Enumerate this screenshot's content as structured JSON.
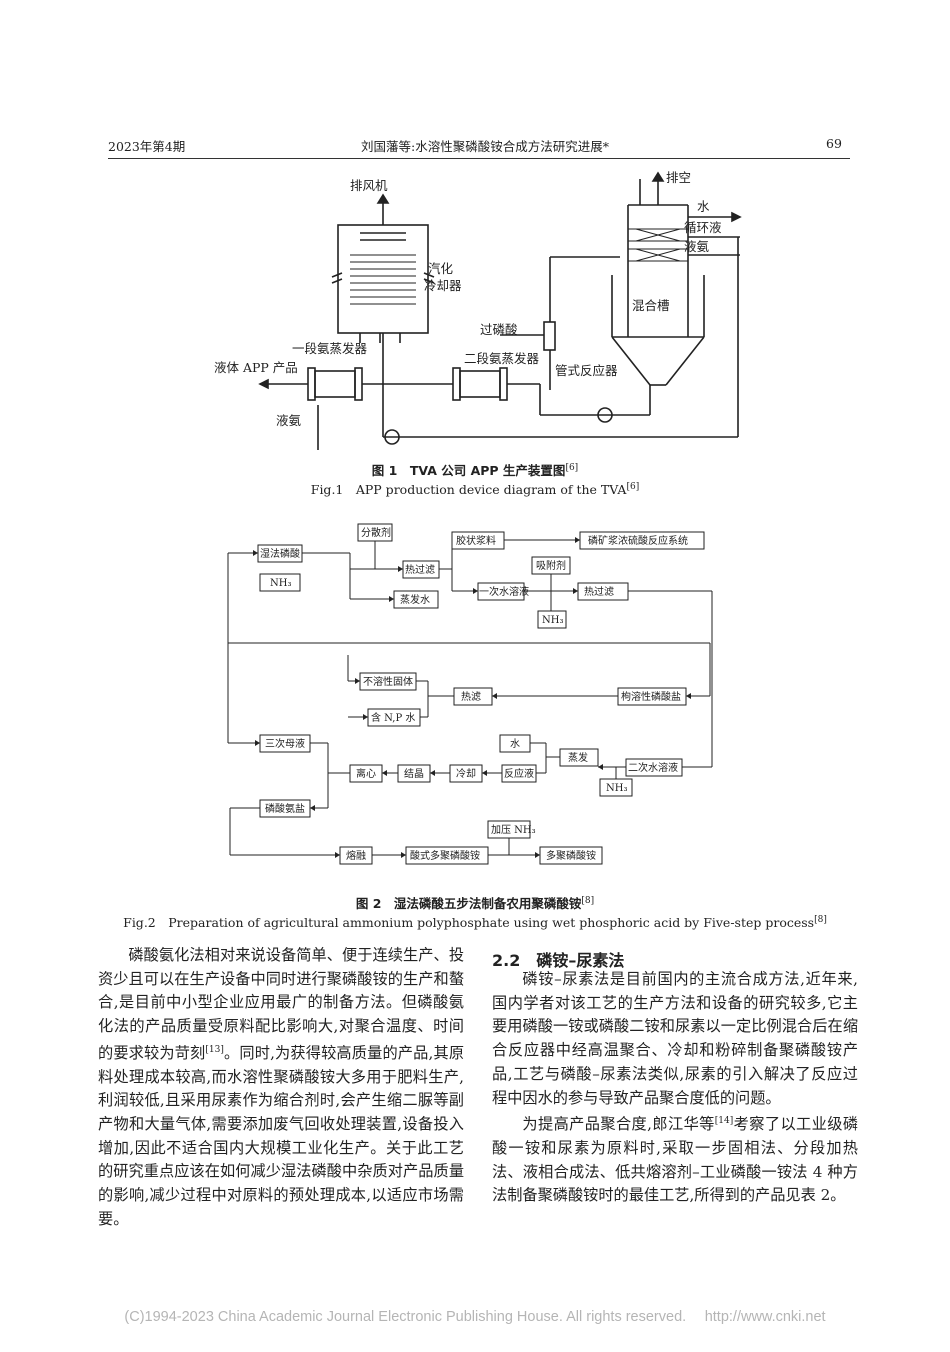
{
  "header": {
    "left": "2023年第4期",
    "center": "刘国藩等:水溶性聚磷酸铵合成方法研究进展*",
    "right": "69"
  },
  "fig1": {
    "labels": {
      "fan": "排风机",
      "exhaust": "排空",
      "water": "水",
      "recycle": "循环液",
      "liquid_ammonia_top": "液氨",
      "cooler_1": "汽化",
      "cooler_2": "冷却器",
      "mixing_tank": "混合槽",
      "superphosphoric": "过磷酸",
      "evap1": "一段氨蒸发器",
      "evap2": "二段氨蒸发器",
      "reactor": "管式反应器",
      "liquid_app": "液体 APP 产品",
      "liquid_ammonia_bottom": "液氨"
    },
    "caption_cn": "图 1　TVA 公司 APP 生产装置图",
    "caption_cn_ref": "[6]",
    "caption_en": "Fig.1　APP production device diagram of the TVA",
    "caption_en_ref": "[6]"
  },
  "fig2": {
    "boxes": {
      "dispersant": "分散剂",
      "wet_acid": "湿法磷酸",
      "nh3_1": "NH₃",
      "hot_filter_1": "热过滤",
      "evap_water": "蒸发水",
      "slurry": "胶状浆料",
      "phosphate_system": "磷矿浆浓硫酸反应系统",
      "adsorbent": "吸附剂",
      "primary_solution": "一次水溶液",
      "hot_filter_2": "热过滤",
      "nh3_2": "NH₃",
      "insoluble": "不溶性固体",
      "hot_filter_3": "热滤",
      "citrate_soluble": "枸溶性磷酸盐",
      "npk_water": "含 N,P 水",
      "water": "水",
      "tertiary_liquor": "三次母液",
      "evaporation": "蒸发",
      "secondary_solution": "二次水溶液",
      "centrifuge": "离心",
      "crystallize": "结晶",
      "cool": "冷却",
      "reaction_liquid": "反应液",
      "nh3_3": "NH₃",
      "ammonium_phosphate": "磷酸氨盐",
      "pressure_nh3": "加压 NH₃",
      "melt": "熔融",
      "acid_polyphosphate": "酸式多聚磷酸铵",
      "polyphosphate": "多聚磷酸铵"
    },
    "caption_cn": "图 2　湿法磷酸五步法制备农用聚磷酸铵",
    "caption_cn_ref": "[8]",
    "caption_en": "Fig.2　Preparation of agricultural ammonium polyphosphate using wet phosphoric acid by Five-step process",
    "caption_en_ref": "[8]"
  },
  "left_col": {
    "p1": "磷酸氨化法相对来说设备简单、便于连续生产、投资少且可以在生产设备中同时进行聚磷酸铵的生产和螯合,是目前中小型企业应用最广的制备方法。但磷酸氨化法的产品质量受原料配比影响大,对聚合温度、时间的要求较为苛刻",
    "p1_ref": "[13]",
    "p1_rest": "。同时,为获得较高质量的产品,其原料处理成本较高,而水溶性聚磷酸铵大多用于肥料生产,利润较低,且采用尿素作为缩合剂时,会产生缩二脲等副产物和大量气体,需要添加废气回收处理装置,设备投入增加,因此不适合国内大规模工业化生产。关于此工艺的研究重点应该在如何减少湿法磷酸中杂质对产品质量的影响,减少过程中对原料的预处理成本,以适应市场需要。"
  },
  "right_col": {
    "section": "2.2　磷铵–尿素法",
    "p1": "磷铵–尿素法是目前国内的主流合成方法,近年来,国内学者对该工艺的生产方法和设备的研究较多,它主要用磷酸一铵或磷酸二铵和尿素以一定比例混合后在缩合反应器中经高温聚合、冷却和粉碎制备聚磷酸铵产品,工艺与磷酸–尿素法类似,尿素的引入解决了反应过程中因水的参与导致产品聚合度低的问题。",
    "p2a": "为提高产品聚合度,郎江华等",
    "p2_ref": "[14]",
    "p2b": "考察了以工业级磷酸一铵和尿素为原料时,采取一步固相法、分段加热法、液相合成法、低共熔溶剂–工业磷酸一铵法 4 种方法制备聚磷酸铵时的最佳工艺,所得到的产品见表 2。"
  },
  "footer": "(C)1994-2023 China Academic Journal Electronic Publishing House. All rights reserved.　 http://www.cnki.net"
}
